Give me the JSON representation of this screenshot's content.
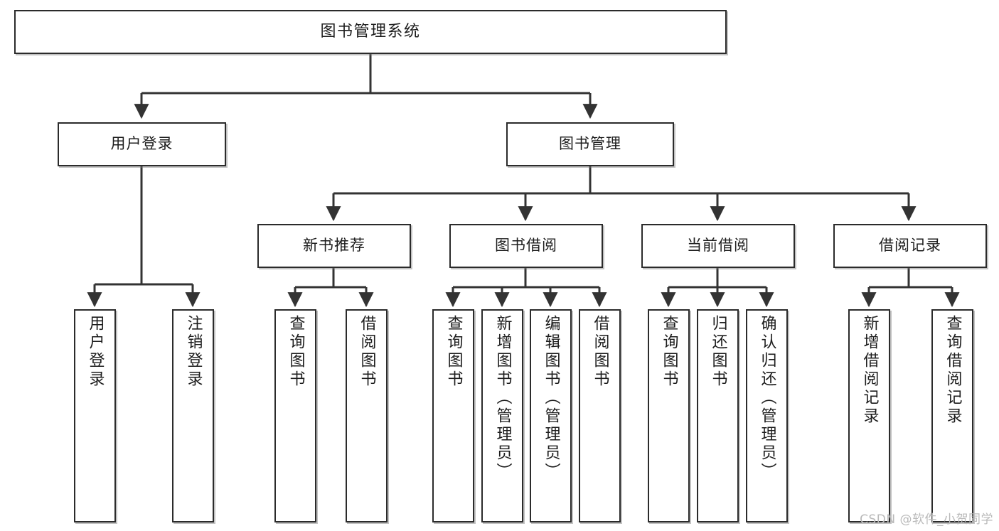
{
  "diagram": {
    "title": "图书管理系统",
    "type": "tree",
    "watermark": "CSDN @软件_小贺同学",
    "colors": {
      "box_border": "#2b2b2b",
      "box_fill": "#ffffff",
      "edge": "#333333",
      "text": "#1d1d1d",
      "watermark": "#b9b9b9",
      "background": "#ffffff"
    },
    "nodes": {
      "root": {
        "label": "图书管理系统"
      },
      "level2": [
        {
          "label": "用户登录"
        },
        {
          "label": "图书管理"
        }
      ],
      "level3": [
        {
          "label": "新书推荐"
        },
        {
          "label": "图书借阅"
        },
        {
          "label": "当前借阅"
        },
        {
          "label": "借阅记录"
        }
      ],
      "leaves": {
        "user_login": [
          {
            "label": "用户登录"
          },
          {
            "label": "注销登录"
          }
        ],
        "new_book": [
          {
            "label": "查询图书"
          },
          {
            "label": "借阅图书"
          }
        ],
        "book_borrow": [
          {
            "label": "查询图书"
          },
          {
            "label": "新增图书（管理员）"
          },
          {
            "label": "编辑图书（管理员）"
          },
          {
            "label": "借阅图书"
          }
        ],
        "current_borrow": [
          {
            "label": "查询图书"
          },
          {
            "label": "归还图书"
          },
          {
            "label": "确认归还（管理员）"
          }
        ],
        "borrow_record": [
          {
            "label": "新增借阅记录"
          },
          {
            "label": "查询借阅记录"
          }
        ]
      }
    }
  }
}
